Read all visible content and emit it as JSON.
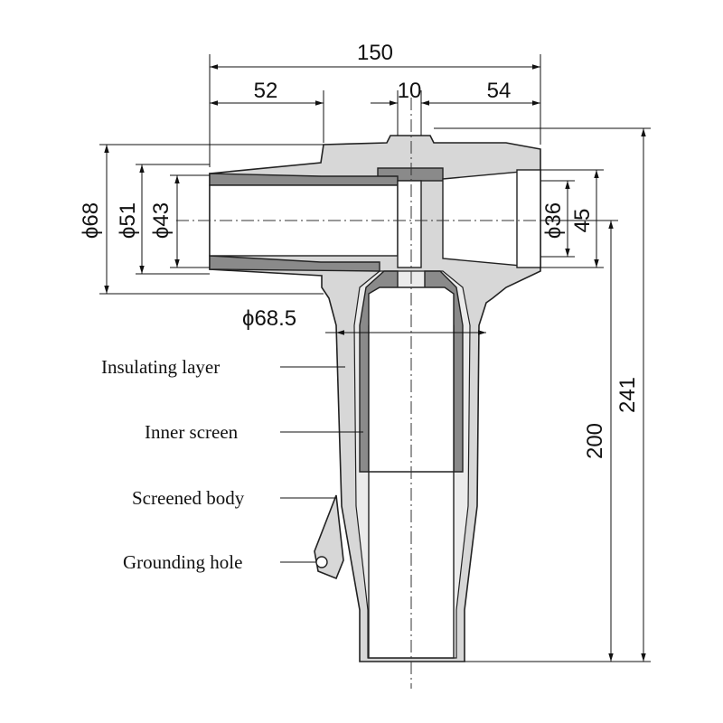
{
  "dimensions": {
    "overall_width": "150",
    "left_length": "52",
    "stud_width": "10",
    "right_length": "54",
    "left_outer_diameter": "ϕ68",
    "left_middle_diameter": "ϕ51",
    "left_bore_diameter": "ϕ43",
    "right_bore_diameter": "ϕ36",
    "right_depth": "45",
    "stem_diameter": "ϕ68.5",
    "stem_height": "200",
    "total_height": "241"
  },
  "labels": {
    "insulating_layer": "Insulating layer",
    "inner_screen": "Inner screen",
    "screened_body": "Screened body",
    "grounding_hole": "Grounding hole"
  }
}
